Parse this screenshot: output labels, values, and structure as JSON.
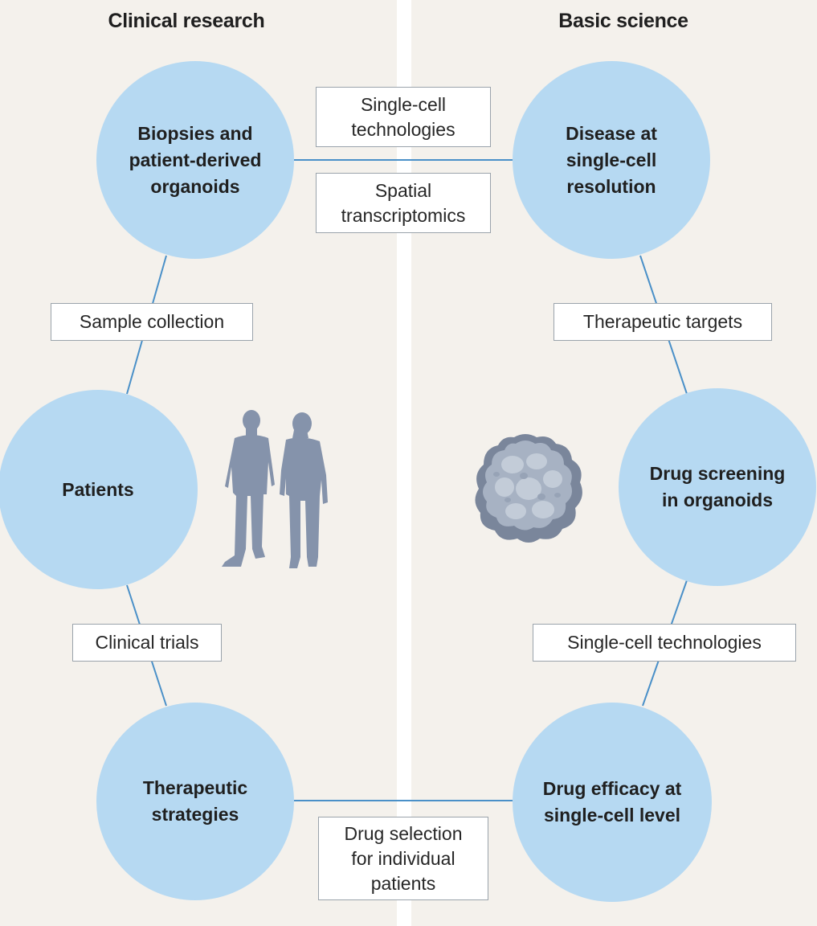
{
  "headings": {
    "left": "Clinical research",
    "right": "Basic science"
  },
  "nodes": {
    "biopsies": "Biopsies and\npatient-derived\norganoids",
    "disease": "Disease at\nsingle-cell\nresolution",
    "patients": "Patients",
    "drug_screening": "Drug screening\nin organoids",
    "therapeutic_strategies": "Therapeutic\nstrategies",
    "drug_efficacy": "Drug efficacy at\nsingle-cell level"
  },
  "labels": {
    "single_cell_top": "Single-cell\ntechnologies",
    "spatial": "Spatial\ntranscriptomics",
    "sample_collection": "Sample collection",
    "therapeutic_targets": "Therapeutic targets",
    "clinical_trials": "Clinical trials",
    "single_cell_right": "Single-cell technologies",
    "drug_selection": "Drug selection\nfor individual\npatients"
  },
  "icons": {
    "people": "two-people-silhouette-icon",
    "organoid": "organoid-icon"
  },
  "colors": {
    "circle": "#b6d9f2",
    "line": "#4a90c8",
    "background": "#f4f1ec",
    "silhouette": "#8593ab"
  }
}
